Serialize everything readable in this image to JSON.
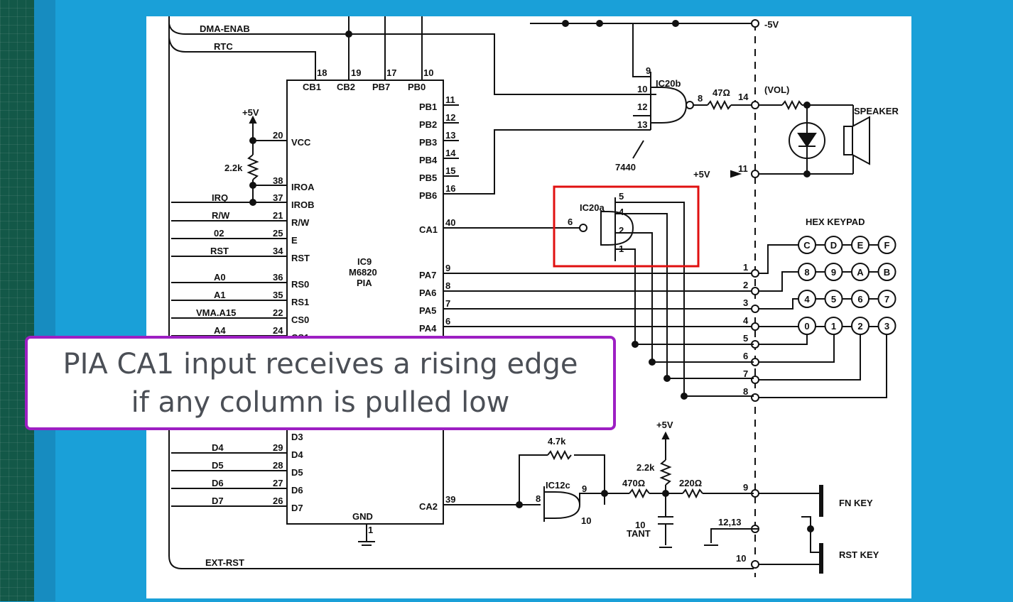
{
  "colors": {
    "background": "#1aa0d8",
    "highlight_box": "#e01010",
    "caption_border": "#9d1fc3",
    "caption_text": "#4b4f56"
  },
  "caption": {
    "line1": "PIA CA1 input receives a rising edge",
    "line2": "if any column is pulled low"
  },
  "schematic": {
    "pia": {
      "name": "IC9",
      "part": "M6820",
      "type": "PIA",
      "gnd": "GND"
    },
    "top_pins": [
      {
        "pin": "18",
        "name": "CB1"
      },
      {
        "pin": "19",
        "name": "CB2"
      },
      {
        "pin": "17",
        "name": "PB7"
      },
      {
        "pin": "10",
        "name": "PB0"
      }
    ],
    "left_pins": [
      {
        "pin": "20",
        "name": "VCC"
      },
      {
        "pin": "38",
        "name": "IROA"
      },
      {
        "pin": "37",
        "name": "IROB"
      },
      {
        "pin": "21",
        "name": "R/W"
      },
      {
        "pin": "25",
        "name": "E"
      },
      {
        "pin": "34",
        "name": "RST"
      },
      {
        "pin": "36",
        "name": "RS0"
      },
      {
        "pin": "35",
        "name": "RS1"
      },
      {
        "pin": "22",
        "name": "CS0"
      },
      {
        "pin": "24",
        "name": "CS1"
      },
      {
        "pin": "",
        "name": "D3"
      },
      {
        "pin": "29",
        "name": "D4"
      },
      {
        "pin": "28",
        "name": "D5"
      },
      {
        "pin": "27",
        "name": "D6"
      },
      {
        "pin": "26",
        "name": "D7"
      }
    ],
    "right_pins": [
      {
        "pin": "11",
        "name": "PB1"
      },
      {
        "pin": "12",
        "name": "PB2"
      },
      {
        "pin": "13",
        "name": "PB3"
      },
      {
        "pin": "14",
        "name": "PB4"
      },
      {
        "pin": "15",
        "name": "PB5"
      },
      {
        "pin": "16",
        "name": "PB6"
      },
      {
        "pin": "40",
        "name": "CA1"
      },
      {
        "pin": "9",
        "name": "PA7"
      },
      {
        "pin": "8",
        "name": "PA6"
      },
      {
        "pin": "7",
        "name": "PA5"
      },
      {
        "pin": "6",
        "name": "PA4"
      },
      {
        "pin": "39",
        "name": "CA2"
      }
    ],
    "bus_signals": [
      "DMA-ENAB",
      "RTC",
      "IRQ",
      "R/W",
      "02",
      "RST",
      "A0",
      "A1",
      "VMA.A15",
      "A4",
      "D4",
      "D5",
      "D6",
      "D7",
      "EXT-RST"
    ],
    "components": {
      "plus5v": "+5V",
      "minus5v": "-5V",
      "r_2k2": "2.2k",
      "r_47": "47Ω",
      "r_4k7": "4.7k",
      "r_470": "470Ω",
      "r_220": "220Ω",
      "cap": "10",
      "cap_type": "TANT",
      "vol": "(VOL)",
      "speaker": "SPEAKER",
      "chip_7440": "7440",
      "ic20b": "IC20b",
      "ic20a": "IC20a",
      "ic12c": "IC12c",
      "hex_keypad": "HEX KEYPAD",
      "fn_key": "FN KEY",
      "rst_key": "RST KEY"
    },
    "keypad_rows": [
      [
        "C",
        "D",
        "E",
        "F"
      ],
      [
        "8",
        "9",
        "A",
        "B"
      ],
      [
        "4",
        "5",
        "6",
        "7"
      ],
      [
        "0",
        "1",
        "2",
        "3"
      ]
    ],
    "connector_pins": [
      "1",
      "2",
      "3",
      "4",
      "5",
      "6",
      "7",
      "8"
    ],
    "gate_pins": {
      "ic20b": {
        "in": [
          "9",
          "10",
          "12",
          "13"
        ],
        "out": "8"
      },
      "ic20a": {
        "in": [
          "5",
          "4",
          "2",
          "1"
        ],
        "out": "6"
      },
      "ic12c": {
        "in": [
          "8",
          "9"
        ],
        "out": "10"
      }
    },
    "right_connector": {
      "minus5v_pin": "",
      "speaker_pin": "14",
      "plus5v_pin": "11",
      "fn_pin": "9",
      "gnd_pins": "12,13",
      "rst_pin": "10"
    }
  }
}
